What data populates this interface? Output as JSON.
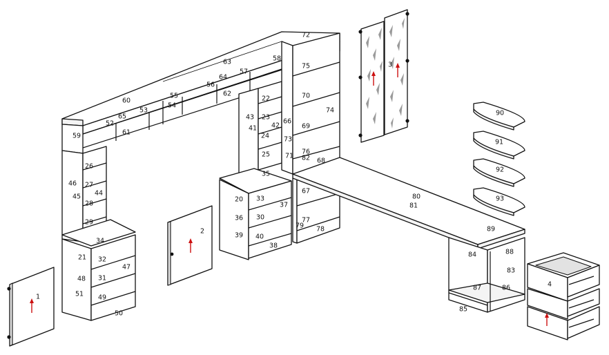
{
  "colors": {
    "line": "#111111",
    "panel": "#ffffff",
    "arrow": "#cc1111"
  },
  "icons": {
    "assembly_arrow": "red-arrow-icon",
    "door_knob": "knob-icon"
  },
  "labels": {
    "p1": "1",
    "p2": "2",
    "p3": "3",
    "p4": "4",
    "p20": "20",
    "p21": "21",
    "p22": "22",
    "p23": "23",
    "p24": "24",
    "p25": "25",
    "p26": "26",
    "p27": "27",
    "p28": "28",
    "p29": "29",
    "p30": "30",
    "p31": "31",
    "p32": "32",
    "p33": "33",
    "p34": "34",
    "p35": "35",
    "p36": "36",
    "p37": "37",
    "p38": "38",
    "p39": "39",
    "p40": "40",
    "p41": "41",
    "p42": "42",
    "p43": "43",
    "p44": "44",
    "p45": "45",
    "p46": "46",
    "p47": "47",
    "p48": "48",
    "p49": "49",
    "p50": "50",
    "p51": "51",
    "p52": "52",
    "p53": "53",
    "p54": "54",
    "p55": "55",
    "p56": "56",
    "p57": "57",
    "p58": "58",
    "p59": "59",
    "p60": "60",
    "p61": "61",
    "p62": "62",
    "p63": "63",
    "p64": "64",
    "p65": "65",
    "p66": "66",
    "p67": "67",
    "p68": "68",
    "p69": "69",
    "p70": "70",
    "p71": "71",
    "p72": "72",
    "p73": "73",
    "p74": "74",
    "p75": "75",
    "p76": "76",
    "p77": "77",
    "p78": "78",
    "p79": "79",
    "p80": "80",
    "p81": "81",
    "p82": "82",
    "p83": "83",
    "p84": "84",
    "p85": "85",
    "p86": "86",
    "p87": "87",
    "p88": "88",
    "p89": "89",
    "p90": "90",
    "p91": "91",
    "p92": "92",
    "p93": "93"
  }
}
